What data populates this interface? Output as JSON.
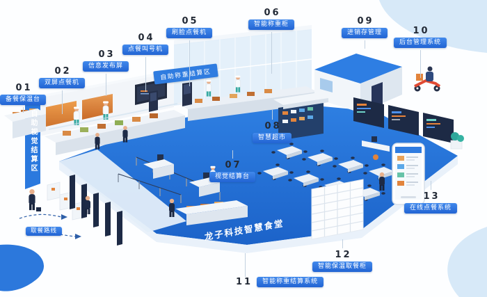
{
  "zones": {
    "visual_checkout": "自助视觉结算区",
    "weigh_checkout": "自助称重结算区",
    "floor_brand": "龙子科技智慧食堂",
    "route": "取餐路线"
  },
  "callouts": [
    {
      "num": "01",
      "label": "备餐保温台"
    },
    {
      "num": "02",
      "label": "双屏点餐机"
    },
    {
      "num": "03",
      "label": "信息发布屏"
    },
    {
      "num": "04",
      "label": "点餐叫号机"
    },
    {
      "num": "05",
      "label": "刷脸点餐机"
    },
    {
      "num": "06",
      "label": "智能称重柜"
    },
    {
      "num": "07",
      "label": "视觉结算台"
    },
    {
      "num": "08",
      "label": "智慧超市"
    },
    {
      "num": "09",
      "label": "进销存管理"
    },
    {
      "num": "10",
      "label": "后台管理系统"
    },
    {
      "num": "11",
      "label": "智能称重结算系统"
    },
    {
      "num": "12",
      "label": "智能保温取餐柜"
    },
    {
      "num": "13",
      "label": "在线点餐系统"
    }
  ],
  "colors": {
    "primary_blue": "#2B77DB",
    "badge_blue": "#2F7CE0",
    "navy": "#1D2A45",
    "orange": "#E2843C",
    "light_blue": "#D7E9F8"
  }
}
